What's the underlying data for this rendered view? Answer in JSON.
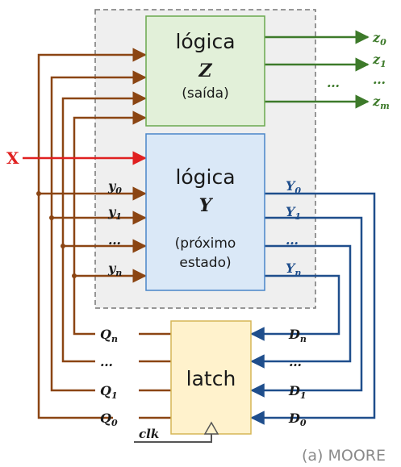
{
  "blocks": {
    "output_logic": {
      "line1": "lógica",
      "var": "Z",
      "line3": "(saída)"
    },
    "next_state_logic": {
      "line1": "lógica",
      "var": "Y",
      "line3": "(próximo",
      "line4": "estado)"
    },
    "latch": {
      "label": "latch"
    }
  },
  "signals": {
    "input": "X",
    "outputs": [
      {
        "base": "z",
        "sub": "0"
      },
      {
        "base": "z",
        "sub": "1"
      },
      {
        "base": "…",
        "sub": ""
      },
      {
        "base": "z",
        "sub": "m"
      }
    ],
    "outputs_left_ellipsis": "…",
    "state_inputs": [
      {
        "base": "y",
        "sub": "0"
      },
      {
        "base": "y",
        "sub": "1"
      },
      {
        "base": "…",
        "sub": ""
      },
      {
        "base": "y",
        "sub": "n"
      }
    ],
    "next_states": [
      {
        "base": "Y",
        "sub": "0"
      },
      {
        "base": "Y",
        "sub": "1"
      },
      {
        "base": "…",
        "sub": ""
      },
      {
        "base": "Y",
        "sub": "n"
      }
    ],
    "latch_outputs": [
      {
        "base": "Q",
        "sub": "n"
      },
      {
        "base": "…",
        "sub": ""
      },
      {
        "base": "Q",
        "sub": "1"
      },
      {
        "base": "Q",
        "sub": "0"
      }
    ],
    "latch_inputs": [
      {
        "base": "D",
        "sub": "n"
      },
      {
        "base": "…",
        "sub": ""
      },
      {
        "base": "D",
        "sub": "1"
      },
      {
        "base": "D",
        "sub": "0"
      }
    ],
    "clock": "clk"
  },
  "caption": "(a) MOORE",
  "colors": {
    "state_wire": "#8b4513",
    "next_state_wire": "#1f4e8c",
    "output_wire": "#3d7a2a",
    "input_wire": "#e02020",
    "output_box_fill": "#e2f0d9",
    "output_box_stroke": "#6aa84f",
    "next_box_fill": "#dae8f7",
    "next_box_stroke": "#4a86c8",
    "latch_fill": "#fff2cc",
    "latch_stroke": "#d6b656",
    "region_fill": "#efefef"
  }
}
